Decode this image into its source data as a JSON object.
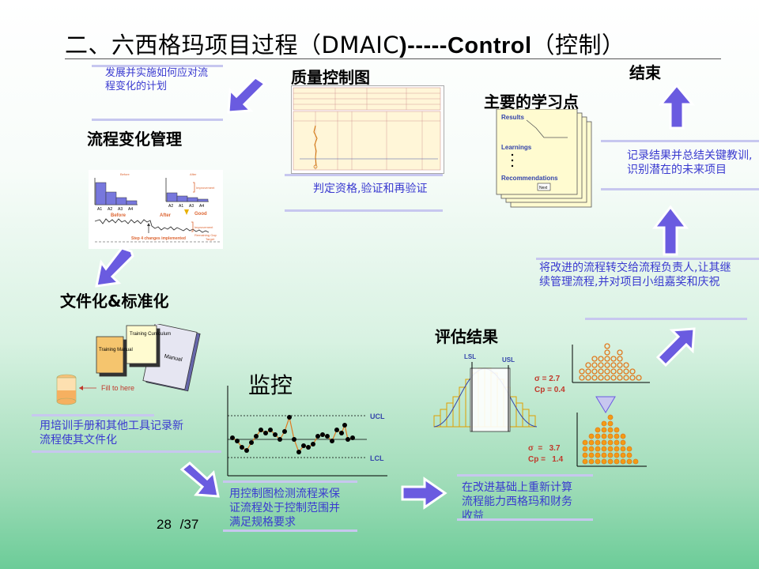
{
  "title": {
    "cn": "二、六西格玛项目过程（DMAIC",
    "en": ")-----Control",
    "tail": "（控制）"
  },
  "headings": {
    "process_change": "流程变化管理",
    "qc_chart": "质量控制图",
    "learning_points": "主要的学习点",
    "end": "结束",
    "documentation": "文件化&标准化",
    "evaluate": "评估结果",
    "monitor": "监控"
  },
  "notes": {
    "plan": "发展并实施如何应对流程变化的计划",
    "qualify": "判定资格,验证和再验证",
    "record": "记录结果并总结关键教训,识别潜在的未来项目",
    "handover": "将改进的流程转交给流程负责人,让其继续管理流程,并对项目小组嘉奖和庆祝",
    "training": "用培训手册和其他工具记录新流程使其文件化",
    "control_chart": "用控制图检测流程来保证流程处于控制范围并满足规格要求",
    "recalc": "在改进基础上重新计算流程能力西格玛和财务收益"
  },
  "process_change_fig": {
    "before": "Before",
    "after": "After",
    "good": "Good",
    "improvement": "Improvement",
    "remaining": "Remaining Gap",
    "target": "Target",
    "step": "Step 4 changes implemented",
    "cats_a": [
      "A1",
      "A2",
      "A3",
      "A4"
    ],
    "cats_b": [
      "A2",
      "A1",
      "A3",
      "A4"
    ]
  },
  "learning_fig": {
    "results": "Results",
    "learnings": "Learnings",
    "recommendations": "Recommendations",
    "next": "Next"
  },
  "doc_fig": {
    "training_manual": "Training Manual",
    "training_curriculum": "Training Curriculum",
    "manual": "Manual",
    "fill_here": "Fill to here"
  },
  "control_fig": {
    "ucl": "UCL",
    "lcl": "LCL"
  },
  "eval_fig": {
    "lsl": "LSL",
    "usl": "USL",
    "sigma1": "σ = 2.7",
    "cp1": "Cp = 0.4",
    "sigma2": "σ  =   3.7",
    "cp2": "Cp =   1.4"
  },
  "page": {
    "current": "28",
    "total": "/37"
  },
  "colors": {
    "arrow": "#6a5be0",
    "note_text": "#3a3ad0",
    "title_rule": "#555555"
  }
}
